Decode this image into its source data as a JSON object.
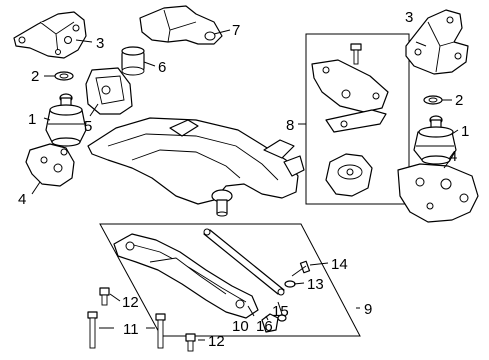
{
  "callouts": {
    "c1l": "1",
    "c1r": "1",
    "c2l": "2",
    "c2r": "2",
    "c3l": "3",
    "c3r": "3",
    "c4l": "4",
    "c4r": "4",
    "c5": "5",
    "c6": "6",
    "c7": "7",
    "c8": "8",
    "c9": "9",
    "c10": "10",
    "c11": "11",
    "c12a": "12",
    "c12b": "12",
    "c13": "13",
    "c14": "14",
    "c15": "15",
    "c16": "16"
  },
  "colors": {
    "line": "#000000",
    "background": "#ffffff"
  }
}
